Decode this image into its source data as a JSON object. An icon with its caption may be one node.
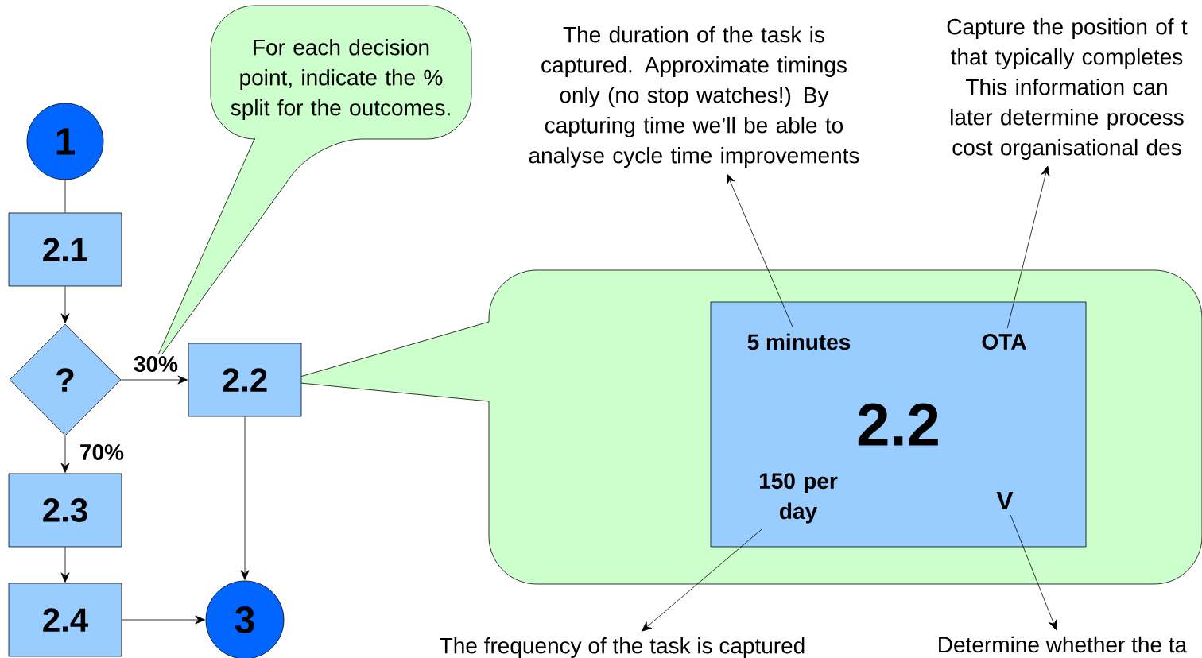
{
  "diagram": {
    "nodes": [
      {
        "text": [
          "1"
        ]
      },
      {
        "text": [
          "2.1"
        ]
      },
      {
        "text": [
          "?"
        ]
      },
      {
        "text": [
          "2.2"
        ]
      },
      {
        "text": [
          "2.3"
        ]
      },
      {
        "text": [
          "2.4"
        ]
      },
      {
        "text": [
          "3"
        ]
      },
      {
        "text": [
          "For each decision point, indicate the % split for the outcomes."
        ]
      },
      {
        "text": [],
        "shape": "callout"
      },
      {
        "text": [
          "2.2"
        ],
        "in": 8
      },
      {
        "text": [
          "5 minutes"
        ],
        "in": 9
      },
      {
        "text": [
          "OTA"
        ],
        "in": 9
      },
      {
        "text": [
          "150 per day"
        ],
        "in": 9
      },
      {
        "text": [
          "V"
        ],
        "in": 9
      },
      {
        "text": [
          "The duration of the task is captured. Approximate timings only (no stop watches!) By capturing time we’ll be able to analyse cycle time improvements"
        ]
      },
      {
        "text": [
          "Capture the position of t that typically completes This information can later determine process cost organisational des"
        ]
      },
      {
        "text": [
          "The frequency of the task is captured"
        ]
      },
      {
        "text": [
          "Determine whether the ta"
        ]
      }
    ],
    "edges": [
      {
        "from": 0,
        "to": 1,
        "arrow": "none"
      },
      {
        "from": 1,
        "to": 2,
        "arrow": "to"
      },
      {
        "from": 2,
        "to": 3,
        "arrow": "to",
        "label": "30%"
      },
      {
        "from": 2,
        "to": 4,
        "arrow": "to",
        "label": "70%"
      },
      {
        "from": 4,
        "to": 5,
        "arrow": "to"
      },
      {
        "from": 3,
        "to": 6,
        "arrow": "to"
      },
      {
        "from": 5,
        "to": 6,
        "arrow": "to"
      },
      {
        "from": 10,
        "to": 14,
        "arrow": "to"
      },
      {
        "from": 11,
        "to": 15,
        "arrow": "to"
      },
      {
        "from": 12,
        "to": 16,
        "arrow": "to"
      },
      {
        "from": 13,
        "to": 17,
        "arrow": "to"
      }
    ]
  }
}
